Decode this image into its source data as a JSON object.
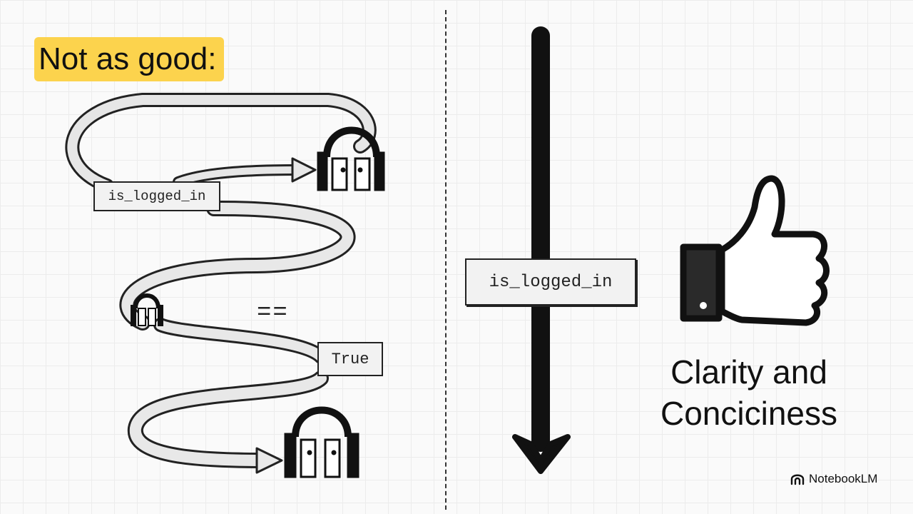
{
  "title": "Not as good:",
  "left_diagram": {
    "variable_label": "is_logged_in",
    "operator_label": "==",
    "value_label": "True"
  },
  "right_diagram": {
    "variable_label": "is_logged_in"
  },
  "caption": {
    "line1": "Clarity and",
    "line2": "Conciciness"
  },
  "brand": {
    "name": "NotebookLM",
    "icon": "notebooklm-logo-icon"
  },
  "icons": [
    "door-gate-icon",
    "arrow-icon",
    "thumbs-up-icon",
    "down-arrow-icon"
  ],
  "colors": {
    "title_highlight": "#fcd34d",
    "ink": "#111111"
  }
}
